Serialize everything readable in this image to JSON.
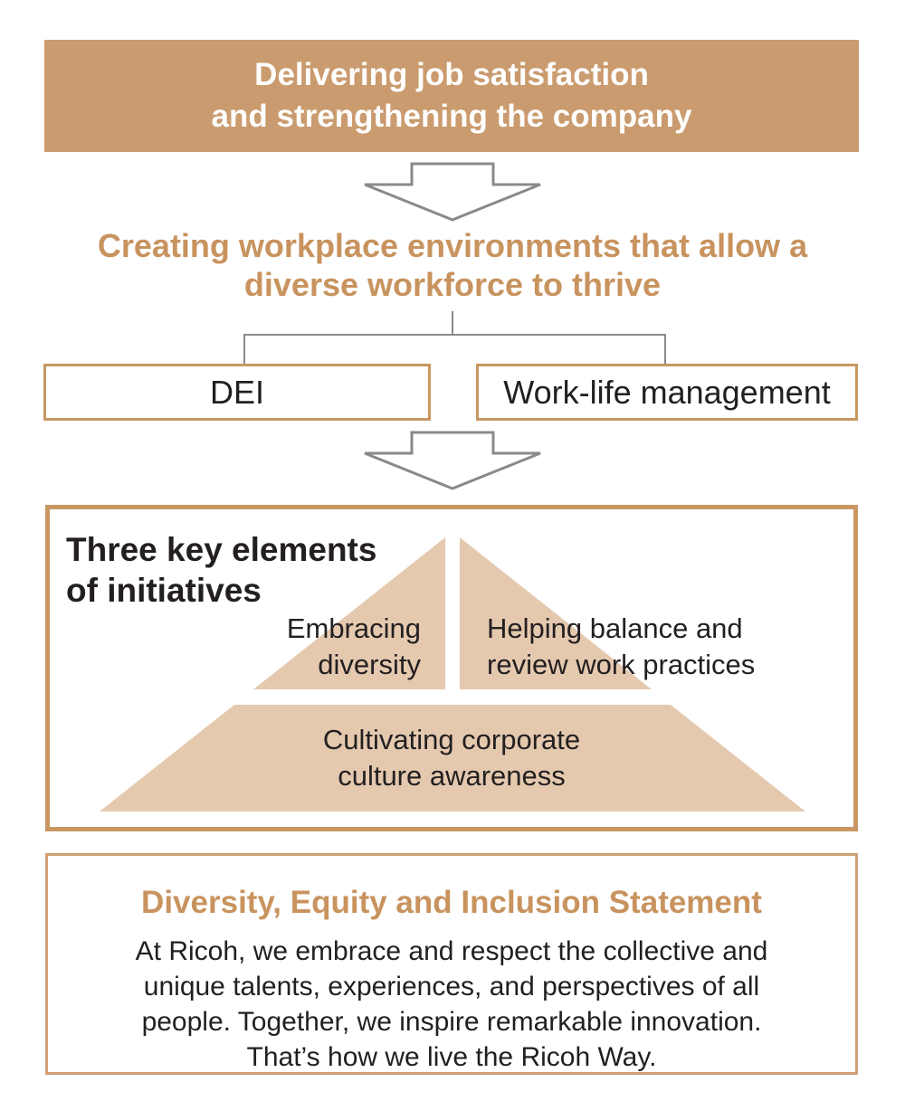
{
  "colors": {
    "banner_bg": "#ca9b6e",
    "tan_text": "#c8935e",
    "border_tan": "#c89763",
    "statement_border": "#cfa078",
    "triangle_fill": "#e4c9af",
    "line_gray": "#8a8a8a",
    "ink": "#231f20"
  },
  "banner": {
    "line1": "Delivering job satisfaction",
    "line2": "and strengthening the company"
  },
  "goal": {
    "line1": "Creating workplace environments that allow a",
    "line2": "diverse workforce to thrive"
  },
  "branches": [
    {
      "label": "DEI"
    },
    {
      "label": "Work-life management"
    }
  ],
  "key_elements": {
    "title_line1": "Three key elements",
    "title_line2": "of initiatives",
    "items": [
      {
        "line1": "Embracing",
        "line2": "diversity"
      },
      {
        "line1": "Helping balance and",
        "line2": "review work practices"
      },
      {
        "line1": "Cultivating corporate",
        "line2": "culture awareness"
      }
    ]
  },
  "statement": {
    "title": "Diversity, Equity and Inclusion Statement",
    "body_lines": [
      "At Ricoh, we embrace and respect the collective and",
      "unique talents, experiences, and perspectives of all",
      "people. Together, we inspire remarkable innovation.",
      "That’s how we live the Ricoh Way."
    ]
  }
}
